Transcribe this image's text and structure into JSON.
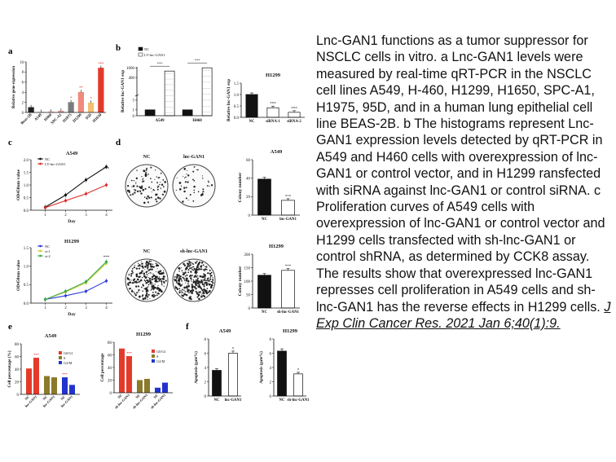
{
  "caption": {
    "text": "Lnc-GAN1 functions as a tumor suppressor for NSCLC cells in vitro. a Lnc-GAN1 levels were measured by real-time qRT-PCR in the NSCLC cell lines A549, H-460, H1299, H1650, SPC-A1, H1975, 95D, and in a human lung epithelial cell line BEAS-2B. b The histograms represent Lnc-GAN1 expression levels detected by qRT-PCR in A549 and H460 cells with overexpression of lnc-GAN1 or control vector, and in H1299 ransfected with siRNA against lnc-GAN1 or control siRNA. c Proliferation curves of A549 cells with overexpression of lnc-GAN1 or control vector and H1299 cells transfected with sh-lnc-GAN1 or control shRNA, as determined by CCK8 assay. The results show that overexpressed lnc-GAN1 represses cell proliferation in A549 cells and sh-lnc-GAN1 has the reverse effects in H1299 cells.",
    "citation": "J Exp Clin Cancer Res. 2021 Jan 6;40(1):9."
  },
  "panel_labels": {
    "a": "a",
    "b": "b",
    "c": "c",
    "d": "d",
    "e": "e",
    "f": "f"
  },
  "chart_data": [
    {
      "panel": "a",
      "type": "bar",
      "ylabel": "Relative gene expression",
      "categories": [
        "Beas-2B",
        "A549",
        "H460",
        "SPC-A1",
        "H1975",
        "H1299",
        "95D",
        "H1650"
      ],
      "values": [
        1.0,
        0.1,
        0.15,
        0.3,
        2.0,
        4.0,
        1.9,
        8.8
      ],
      "colors": [
        "#222222",
        "#d7d7d7",
        "#e6b8b8",
        "#d89a9a",
        "#7b7b7b",
        "#f08a7a",
        "#f4c070",
        "#e23a2a"
      ],
      "significance": [
        "",
        "",
        "",
        "",
        "*",
        "**",
        "*",
        "***"
      ],
      "ylim": [
        0,
        10
      ]
    },
    {
      "panel": "b",
      "type": "bar",
      "ylabel": "Relative lnc-GAN1 exp",
      "categories": [
        "A549",
        "H460"
      ],
      "series": [
        {
          "name": "NC",
          "values": [
            1,
            1
          ]
        },
        {
          "name": "LV-lnc-GAN1",
          "values": [
            800,
            1000
          ]
        }
      ],
      "significance": [
        "***",
        "***"
      ],
      "yticks": [
        "0",
        "1",
        "5",
        "400",
        "1000"
      ]
    },
    {
      "panel": "b",
      "type": "bar",
      "title": "H1299",
      "ylabel": "Relative lnc-GAN1 exp",
      "categories": [
        "NC",
        "siRNA-1",
        "siRNA-2"
      ],
      "values": [
        1.0,
        0.42,
        0.22
      ],
      "significance": [
        "",
        "***",
        "***"
      ],
      "ylim": [
        0,
        1.5
      ],
      "yticks": [
        "0.0",
        "0.5",
        "1.0",
        "1.5"
      ]
    },
    {
      "panel": "c",
      "type": "line",
      "title": "A549",
      "xlabel": "Day",
      "ylabel": "OD450nm value",
      "x": [
        1,
        2,
        3,
        4
      ],
      "series": [
        {
          "name": "NC",
          "values": [
            0.12,
            0.6,
            1.2,
            1.72
          ],
          "color": "#111111"
        },
        {
          "name": "LV-lnc-GAN1",
          "values": [
            0.1,
            0.38,
            0.65,
            1.0
          ],
          "color": "#e02a2a"
        }
      ],
      "ylim": [
        0,
        2.0
      ],
      "yticks": [
        "0.0",
        "0.5",
        "1.0",
        "1.5",
        "2.0"
      ],
      "significance": "***"
    },
    {
      "panel": "c",
      "type": "line",
      "title": "H1299",
      "xlabel": "Day",
      "ylabel": "OD450nm value",
      "x": [
        1,
        2,
        3,
        4
      ],
      "series": [
        {
          "name": "NC",
          "values": [
            0.1,
            0.2,
            0.32,
            0.6
          ],
          "color": "#2a3bd8"
        },
        {
          "name": "si-1",
          "values": [
            0.1,
            0.3,
            0.55,
            1.08
          ],
          "color": "#c8d43a"
        },
        {
          "name": "si-2",
          "values": [
            0.1,
            0.32,
            0.58,
            1.12
          ],
          "color": "#3aa84a"
        }
      ],
      "ylim": [
        0,
        1.5
      ],
      "yticks": [
        "0.0",
        "0.5",
        "1.0",
        "1.5"
      ],
      "significance": "***"
    },
    {
      "panel": "d",
      "type": "bar",
      "title": "A549",
      "ylabel": "Colony number",
      "categories": [
        "NC",
        "lnc-GAN1"
      ],
      "values": [
        39,
        16
      ],
      "significance": [
        "",
        "***"
      ],
      "ylim": [
        0,
        60
      ],
      "yticks": [
        "0",
        "20",
        "40",
        "60"
      ]
    },
    {
      "panel": "d",
      "type": "bar",
      "title": "H1299",
      "ylabel": "Colony number",
      "categories": [
        "NC",
        "sh-lnc-GAN1"
      ],
      "values": [
        122,
        140
      ],
      "significance": [
        "",
        "***"
      ],
      "ylim": [
        0,
        200
      ],
      "yticks": [
        "0",
        "50",
        "100",
        "150",
        "200"
      ]
    },
    {
      "panel": "e",
      "type": "bar",
      "title": "A549",
      "ylabel": "Cell percentage (%)",
      "categories": [
        "NC",
        "lnc-GAN1",
        "NC",
        "lnc-GAN1",
        "NC",
        "lnc-GAN1"
      ],
      "groups": [
        "G0/G1",
        "S",
        "G2/M"
      ],
      "values": [
        41,
        58,
        29,
        27,
        27,
        15
      ],
      "colors": [
        "#e43a2a",
        "#e43a2a",
        "#8a7a2a",
        "#8a7a2a",
        "#2233cc",
        "#2233cc"
      ],
      "significance": [
        "",
        "***",
        "",
        "",
        "***",
        ""
      ],
      "ylim": [
        0,
        80
      ],
      "yticks": [
        "0",
        "20",
        "40",
        "60",
        "80"
      ]
    },
    {
      "panel": "e",
      "type": "bar",
      "title": "H1299",
      "ylabel": "Cell percentage",
      "categories": [
        "NC",
        "sh-lnc-GAN1",
        "NC",
        "sh-lnc-GAN1",
        "NC",
        "sh-lnc-GAN1"
      ],
      "groups": [
        "G0/G1",
        "S",
        "G2/M"
      ],
      "values": [
        70,
        58,
        20,
        22,
        8,
        16
      ],
      "colors": [
        "#e43a2a",
        "#e43a2a",
        "#8a7a2a",
        "#8a7a2a",
        "#2233cc",
        "#2233cc"
      ],
      "significance": [
        "",
        "***",
        "",
        "",
        "",
        ""
      ],
      "ylim": [
        0,
        80
      ],
      "yticks": [
        "0",
        "20",
        "40",
        "60",
        "80"
      ]
    },
    {
      "panel": "f",
      "type": "bar",
      "title": "A549",
      "ylabel": "Apoptosis (gate%)",
      "categories": [
        "NC",
        "lnc-GAN1"
      ],
      "values": [
        3.6,
        6.0
      ],
      "significance": [
        "",
        "*"
      ],
      "ylim": [
        0,
        8
      ],
      "yticks": [
        "0",
        "2",
        "4",
        "6",
        "8"
      ]
    },
    {
      "panel": "f",
      "type": "bar",
      "title": "H1299",
      "ylabel": "Apoptosis (gate%)",
      "categories": [
        "NC",
        "sh-lnc-GAN1"
      ],
      "values": [
        6.3,
        3.1
      ],
      "significance": [
        "",
        "*"
      ],
      "ylim": [
        0,
        8
      ],
      "yticks": [
        "0",
        "2",
        "4",
        "6",
        "8"
      ]
    }
  ],
  "colony_labels": [
    "NC",
    "lnc-GAN1",
    "NC",
    "sh-lnc-GAN1"
  ],
  "colors": {
    "text": "#111111",
    "axis": "#111111"
  }
}
